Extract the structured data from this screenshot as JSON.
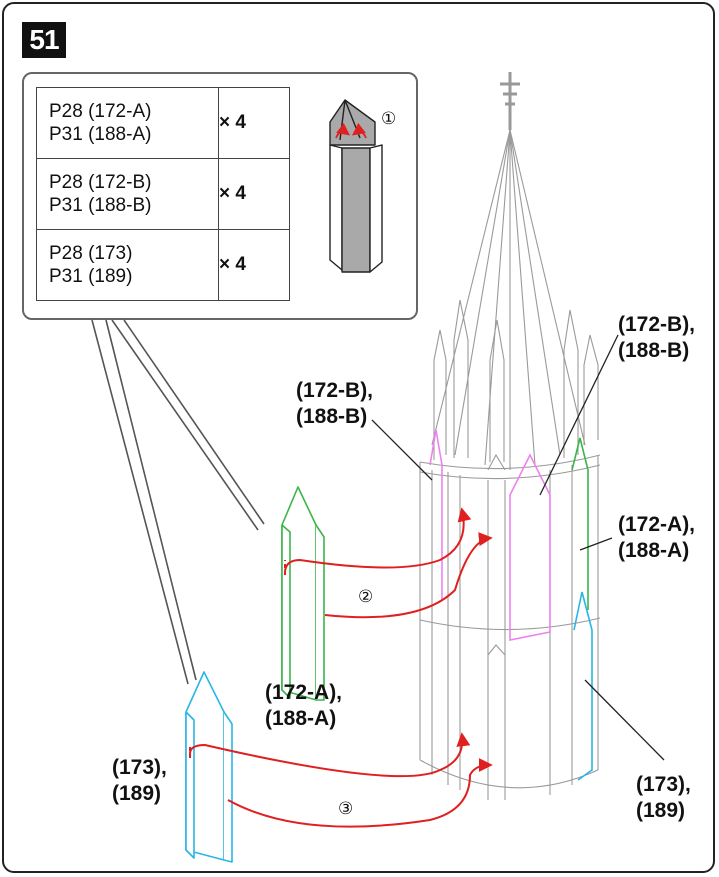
{
  "step": {
    "number": "51"
  },
  "parts_table": [
    {
      "line1": "P28  (172-A)",
      "line2": "P31  (188-A)",
      "qty": "× 4"
    },
    {
      "line1": "P28  (172-B)",
      "line2": "P31  (188-B)",
      "qty": "× 4"
    },
    {
      "line1": "P28  (173)",
      "line2": "P31  (189)",
      "qty": "× 4"
    }
  ],
  "callout_marks": {
    "fold": "①"
  },
  "sub_steps": {
    "step2": "②",
    "step3": "③"
  },
  "labels": {
    "top_right": {
      "line1": "(172-B),",
      "line2": "(188-B)"
    },
    "mid_left": {
      "line1": "(172-B),",
      "line2": "(188-B)"
    },
    "mid_right": {
      "line1": "(172-A),",
      "line2": "(188-A)"
    },
    "green_piece": {
      "line1": "(172-A),",
      "line2": "(188-A)"
    },
    "bottom_left": {
      "line1": "(173),",
      "line2": "(189)"
    },
    "bottom_right": {
      "line1": "(173),",
      "line2": "(189)"
    }
  },
  "colors": {
    "part_172A": "#3cb54a",
    "part_172B": "#ee82ee",
    "part_173": "#29b6e6",
    "arrow": "#e02020",
    "fold_gray": "#a9a9a9",
    "tower_line": "#999999"
  }
}
